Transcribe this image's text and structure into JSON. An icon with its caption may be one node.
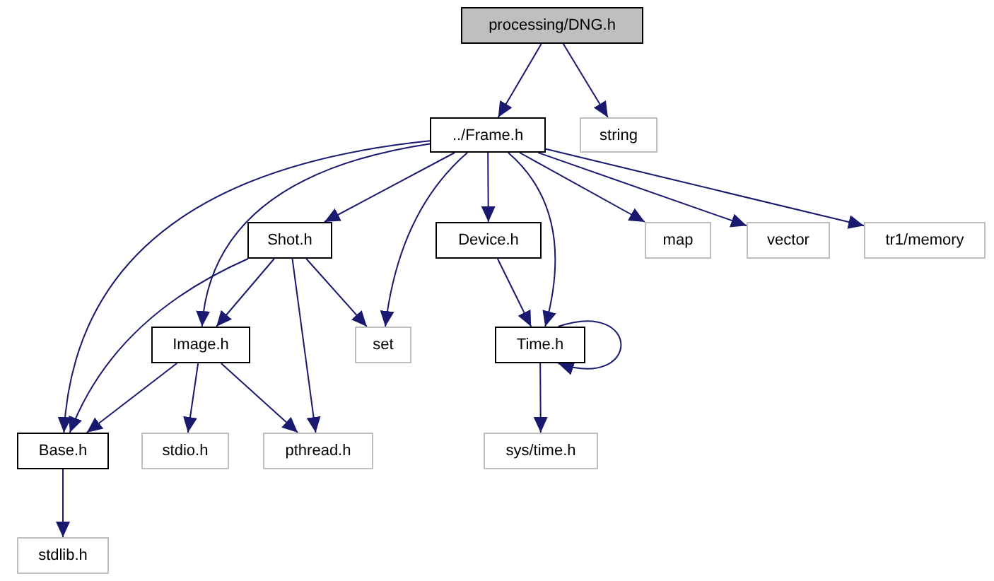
{
  "diagram": {
    "nodes": [
      {
        "text": [
          "processing/DNG.h"
        ]
      },
      {
        "text": [
          "../Frame.h"
        ]
      },
      {
        "text": [
          "string"
        ]
      },
      {
        "text": [
          "Shot.h"
        ]
      },
      {
        "text": [
          "Device.h"
        ]
      },
      {
        "text": [
          "map"
        ]
      },
      {
        "text": [
          "vector"
        ]
      },
      {
        "text": [
          "tr1/memory"
        ]
      },
      {
        "text": [
          "Image.h"
        ]
      },
      {
        "text": [
          "set"
        ]
      },
      {
        "text": [
          "Time.h"
        ]
      },
      {
        "text": [
          "Base.h"
        ]
      },
      {
        "text": [
          "stdio.h"
        ]
      },
      {
        "text": [
          "pthread.h"
        ]
      },
      {
        "text": [
          "sys/time.h"
        ]
      },
      {
        "text": [
          "stdlib.h"
        ]
      }
    ],
    "edges": [
      {
        "from": 0,
        "to": 1,
        "arrow": "to"
      },
      {
        "from": 0,
        "to": 2,
        "arrow": "to"
      },
      {
        "from": 1,
        "to": 3,
        "arrow": "to"
      },
      {
        "from": 1,
        "to": 4,
        "arrow": "to"
      },
      {
        "from": 1,
        "to": 5,
        "arrow": "to"
      },
      {
        "from": 1,
        "to": 6,
        "arrow": "to"
      },
      {
        "from": 1,
        "to": 7,
        "arrow": "to"
      },
      {
        "from": 1,
        "to": 8,
        "arrow": "to"
      },
      {
        "from": 1,
        "to": 9,
        "arrow": "to"
      },
      {
        "from": 1,
        "to": 10,
        "arrow": "to"
      },
      {
        "from": 1,
        "to": 11,
        "arrow": "to"
      },
      {
        "from": 3,
        "to": 8,
        "arrow": "to"
      },
      {
        "from": 3,
        "to": 9,
        "arrow": "to"
      },
      {
        "from": 3,
        "to": 13,
        "arrow": "to"
      },
      {
        "from": 3,
        "to": 11,
        "arrow": "to"
      },
      {
        "from": 4,
        "to": 10,
        "arrow": "to"
      },
      {
        "from": 10,
        "to": 10,
        "arrow": "to"
      },
      {
        "from": 8,
        "to": 11,
        "arrow": "to"
      },
      {
        "from": 8,
        "to": 12,
        "arrow": "to"
      },
      {
        "from": 8,
        "to": 13,
        "arrow": "to"
      },
      {
        "from": 10,
        "to": 14,
        "arrow": "to"
      },
      {
        "from": 11,
        "to": 15,
        "arrow": "to"
      }
    ]
  }
}
